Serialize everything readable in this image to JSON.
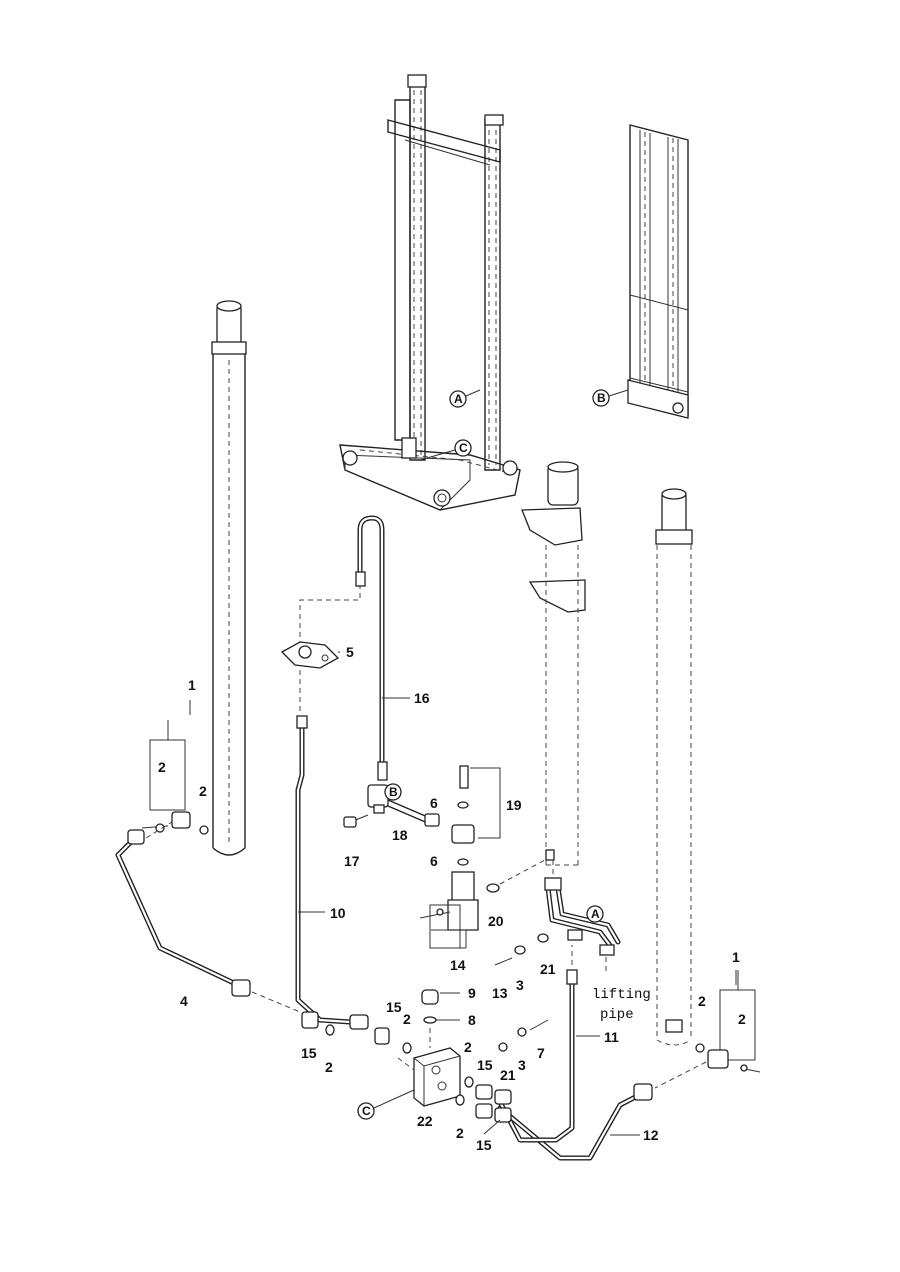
{
  "callouts": {
    "c1_left": "1",
    "c1_right": "1",
    "c2_a": "2",
    "c2_b": "2",
    "c2_c": "2",
    "c2_d": "2",
    "c2_e": "2",
    "c2_f": "2",
    "c2_g": "2",
    "c2_h": "2",
    "c3_a": "3",
    "c3_b": "3",
    "c4": "4",
    "c5": "5",
    "c6_a": "6",
    "c6_b": "6",
    "c7": "7",
    "c8": "8",
    "c9": "9",
    "c10": "10",
    "c11": "11",
    "c12": "12",
    "c13": "13",
    "c14": "14",
    "c15_a": "15",
    "c15_b": "15",
    "c15_c": "15",
    "c15_d": "15",
    "c16": "16",
    "c17": "17",
    "c18": "18",
    "c19": "19",
    "c20": "20",
    "c21_a": "21",
    "c21_b": "21",
    "c22": "22"
  },
  "refs": {
    "A_frame": "A",
    "A_pipe": "A",
    "B_frame": "B",
    "B_pipe": "B",
    "C_frame": "C",
    "C_block": "C"
  },
  "notes": {
    "lifting_line1": "lifting",
    "lifting_line2": "pipe"
  }
}
